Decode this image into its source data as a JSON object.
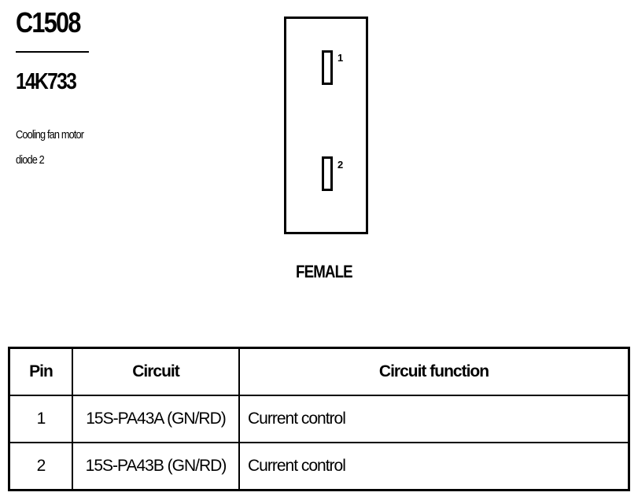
{
  "connector": {
    "id": "C1508",
    "part_number": "14K733",
    "description_lines": [
      "Cooling fan motor",
      "diode 2"
    ],
    "gender": "FEMALE",
    "pins": [
      {
        "label": "1"
      },
      {
        "label": "2"
      }
    ]
  },
  "table": {
    "headers": [
      "Pin",
      "Circuit",
      "Circuit function"
    ],
    "rows": [
      {
        "pin": "1",
        "circuit": "15S-PA43A (GN/RD)",
        "function": "Current control"
      },
      {
        "pin": "2",
        "circuit": "15S-PA43B (GN/RD)",
        "function": "Current control"
      }
    ]
  }
}
